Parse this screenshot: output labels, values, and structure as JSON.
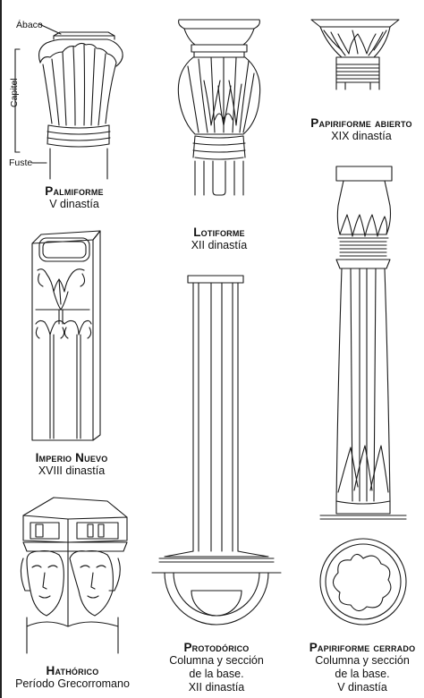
{
  "labels": {
    "abaco": "Ábaco",
    "capitel": "Capitel",
    "fuste": "Fuste"
  },
  "columns": [
    {
      "title": "Palmiforme",
      "lines": [
        "V dinastía"
      ]
    },
    {
      "title": "Lotiforme",
      "lines": [
        "XII dinastía"
      ]
    },
    {
      "title": "Papiriforme abierto",
      "lines": [
        "XIX dinastía"
      ]
    },
    {
      "title": "Imperio Nuevo",
      "lines": [
        "XVIII dinastía"
      ]
    },
    {
      "title": "Hathórico",
      "lines": [
        "Período Grecorromano"
      ]
    },
    {
      "title": "Protodórico",
      "lines": [
        "Columna y sección",
        "de la base.",
        "XII dinastía"
      ]
    },
    {
      "title": "Papiriforme cerrado",
      "lines": [
        "Columna y sección",
        "de la base.",
        "V dinastía"
      ]
    }
  ]
}
